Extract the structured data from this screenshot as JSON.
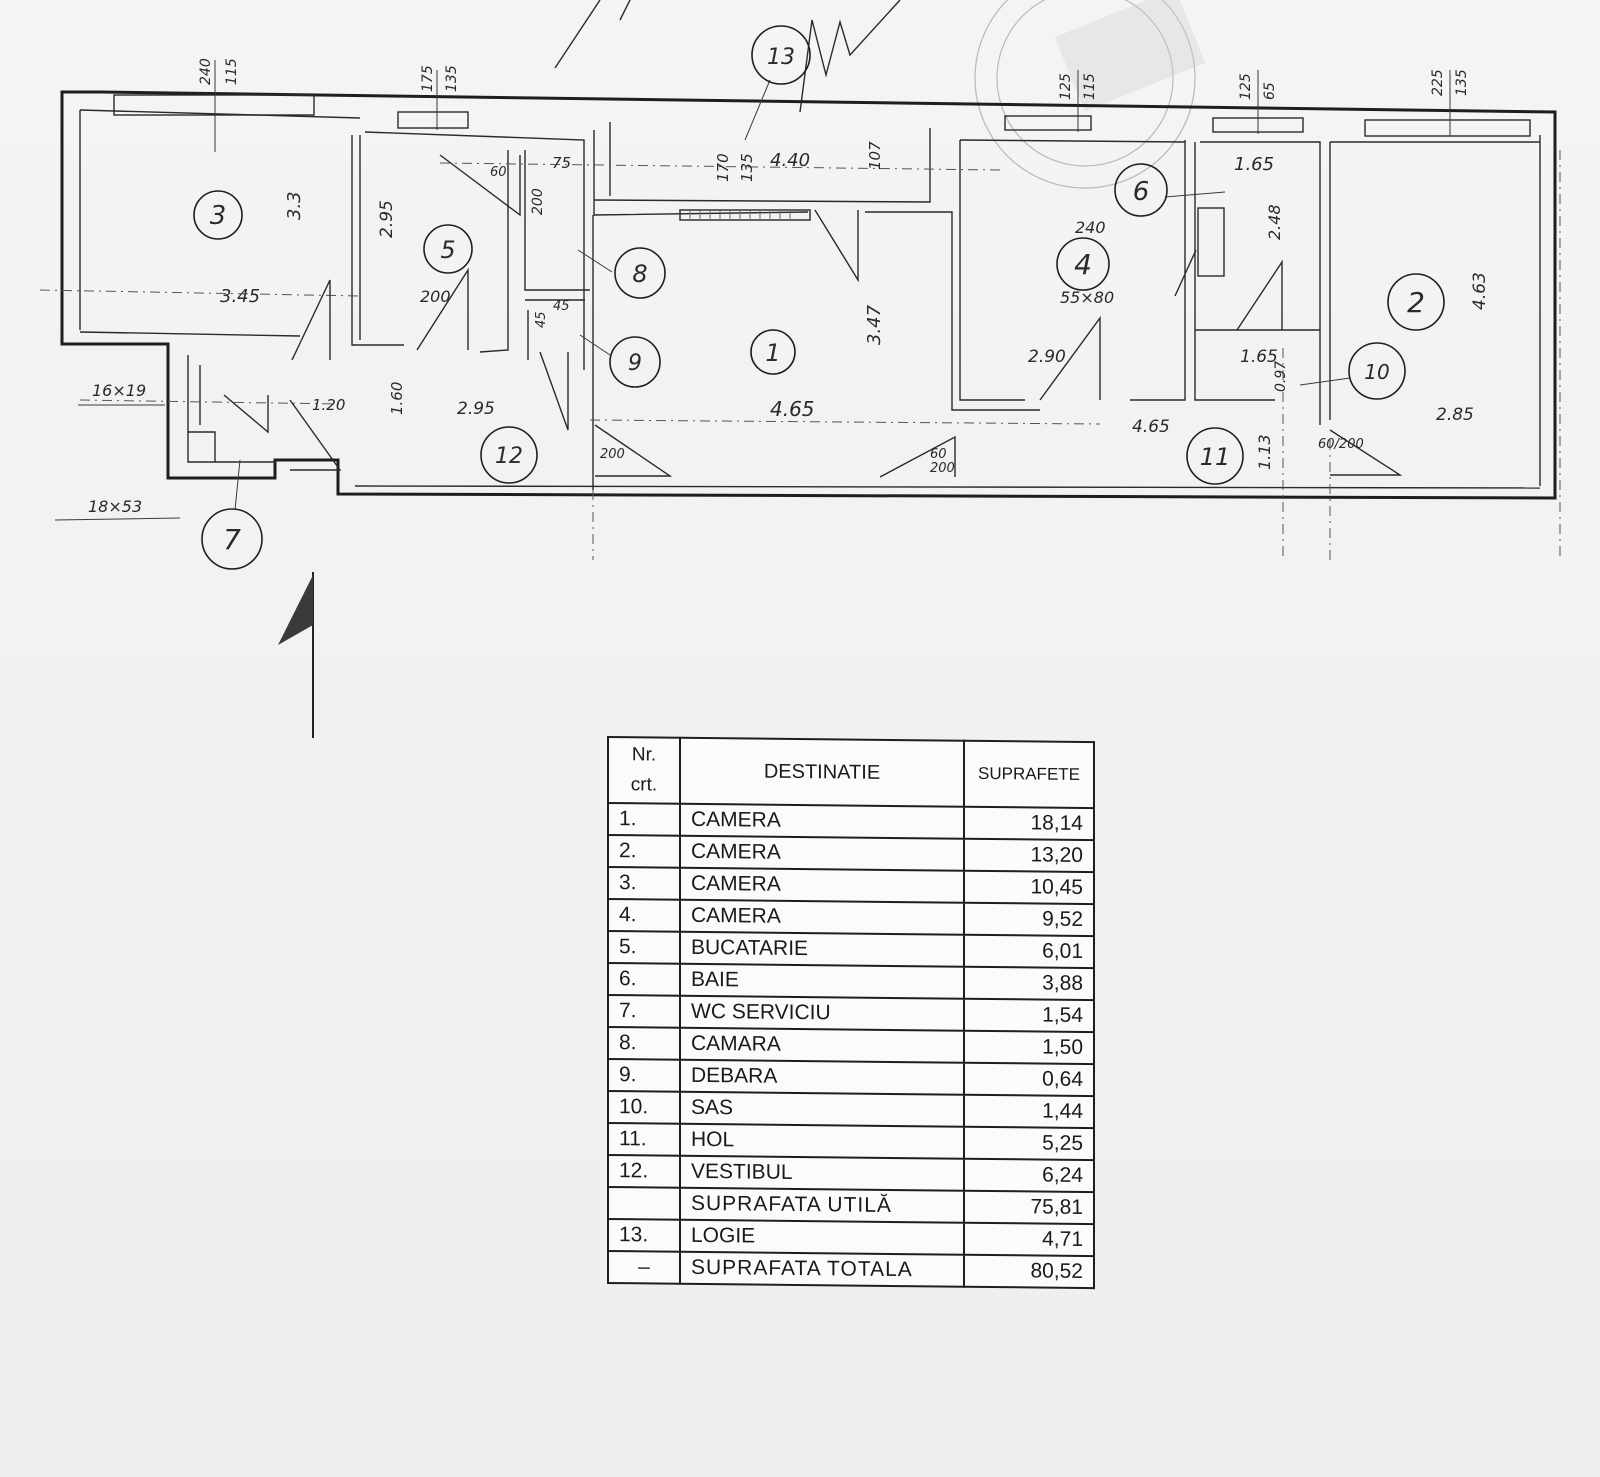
{
  "plan": {
    "room_numbers": [
      "1",
      "2",
      "3",
      "4",
      "5",
      "6",
      "7",
      "8",
      "9",
      "10",
      "11",
      "12",
      "13"
    ],
    "dimensions": {
      "room3_width": "3.45",
      "room3_depth": "3.3",
      "room5_depth": "2.95",
      "room5_door": "200",
      "room1_width": "4.65",
      "room1_depth": "3.47",
      "room13_width": "4.40",
      "room13_d1": "170",
      "room13_d2": "135",
      "room13_d3": "107",
      "room4_width": "2.90",
      "room4_note": "55×80",
      "room4_d": "240",
      "room6_width": "1.65",
      "room6_depth": "2.48",
      "room10_width": "1.65",
      "room10_depth": "0.97",
      "room2_width": "2.85",
      "room2_depth": "4.63",
      "hall_width": "4.65",
      "hall_depth": "1.13",
      "vestibule_width": "2.95",
      "vestibule_depth": "1.60",
      "vestibule_left": "1.20",
      "closet8_w": "75",
      "closet8_d": "200",
      "closet9_w": "45",
      "closet9_d": "45",
      "wc_note": "16×19",
      "shaft_note": "18×53",
      "door_60_200": "60/200",
      "door_60": "60",
      "door_200": "200",
      "window_a1": "240",
      "window_a2": "115",
      "window_b1": "175",
      "window_b2": "135",
      "window_c1": "125",
      "window_c2": "115",
      "window_d1": "125",
      "window_d2": "65",
      "window_e1": "225",
      "window_e2": "135"
    }
  },
  "legend": {
    "headers": {
      "nr": [
        "Nr.",
        "crt."
      ],
      "destination": "DESTINATIE",
      "area": "SUPRAFETE"
    },
    "rows": [
      {
        "nr": "1.",
        "name": "CAMERA",
        "area": "18,14"
      },
      {
        "nr": "2.",
        "name": "CAMERA",
        "area": "13,20"
      },
      {
        "nr": "3.",
        "name": "CAMERA",
        "area": "10,45"
      },
      {
        "nr": "4.",
        "name": "CAMERA",
        "area": "9,52"
      },
      {
        "nr": "5.",
        "name": "BUCATARIE",
        "area": "6,01"
      },
      {
        "nr": "6.",
        "name": "BAIE",
        "area": "3,88"
      },
      {
        "nr": "7.",
        "name": "WC SERVICIU",
        "area": "1,54"
      },
      {
        "nr": "8.",
        "name": "CAMARA",
        "area": "1,50"
      },
      {
        "nr": "9.",
        "name": "DEBARA",
        "area": "0,64"
      },
      {
        "nr": "10.",
        "name": "SAS",
        "area": "1,44"
      },
      {
        "nr": "11.",
        "name": "HOL",
        "area": "5,25"
      },
      {
        "nr": "12.",
        "name": "VESTIBUL",
        "area": "6,24"
      }
    ],
    "useful": {
      "nr": "",
      "name": "SUPRAFATA UTILĂ",
      "area": "75,81"
    },
    "logia": {
      "nr": "13.",
      "name": "LOGIE",
      "area": "4,71"
    },
    "total": {
      "nr": "–",
      "name": "SUPRAFATA TOTALA",
      "area": "80,52"
    }
  }
}
